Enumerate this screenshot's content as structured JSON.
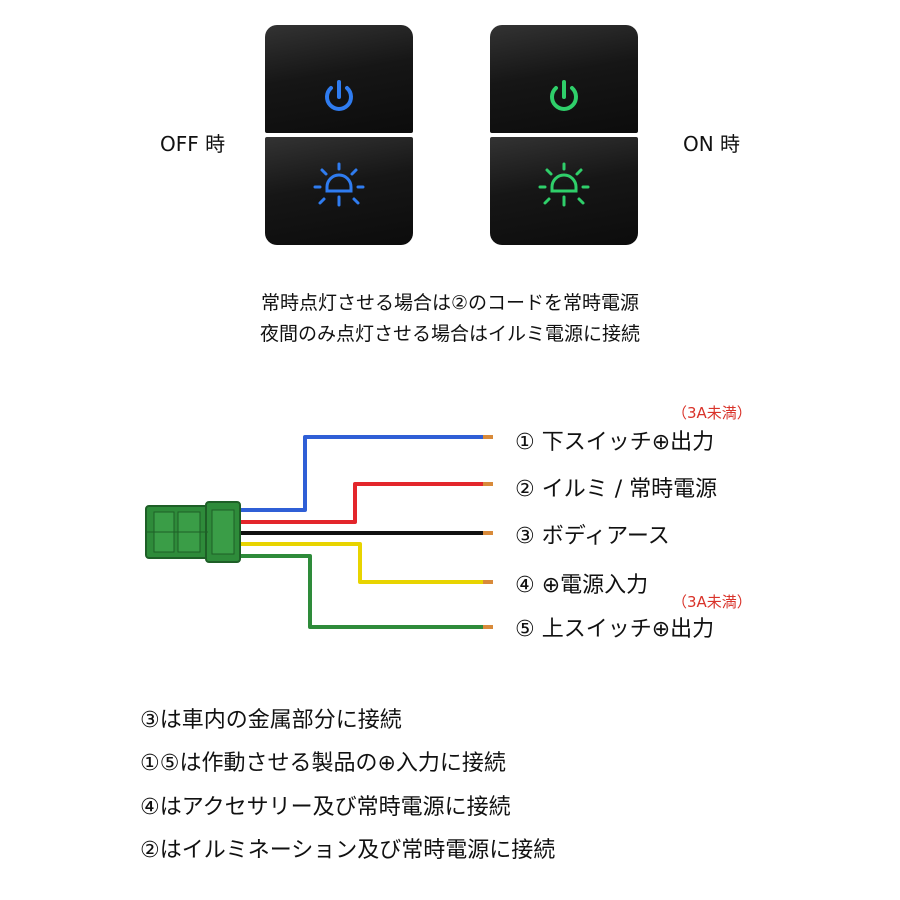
{
  "switch_states": {
    "off_label": "OFF 時",
    "on_label": "ON 時",
    "off_color": "#2f7cf0",
    "on_color": "#2fcf6a",
    "top_icon": "power-icon",
    "bottom_icon": "light-icon"
  },
  "instructions": {
    "line1": "常時点灯させる場合は②のコードを常時電源",
    "line2": "夜間のみ点灯させる場合はイルミ電源に接続"
  },
  "wires": [
    {
      "label": "① 下スイッチ⊕出力",
      "color": "#2f5fd6"
    },
    {
      "label": "② イルミ / 常時電源",
      "color": "#e3262b"
    },
    {
      "label": "③ ボディアース",
      "color": "#111111"
    },
    {
      "label": "④ ⊕電源入力",
      "color": "#e8d400"
    },
    {
      "label": "⑤ 上スイッチ⊕出力",
      "color": "#2e8b3a"
    }
  ],
  "current_limit": "（3A未満）",
  "connector_color": "#2e8b3a",
  "notes": [
    "③は車内の金属部分に接続",
    "①⑤は作動させる製品の⊕入力に接続",
    "④はアクセサリー及び常時電源に接続",
    "②はイルミネーション及び常時電源に接続"
  ]
}
